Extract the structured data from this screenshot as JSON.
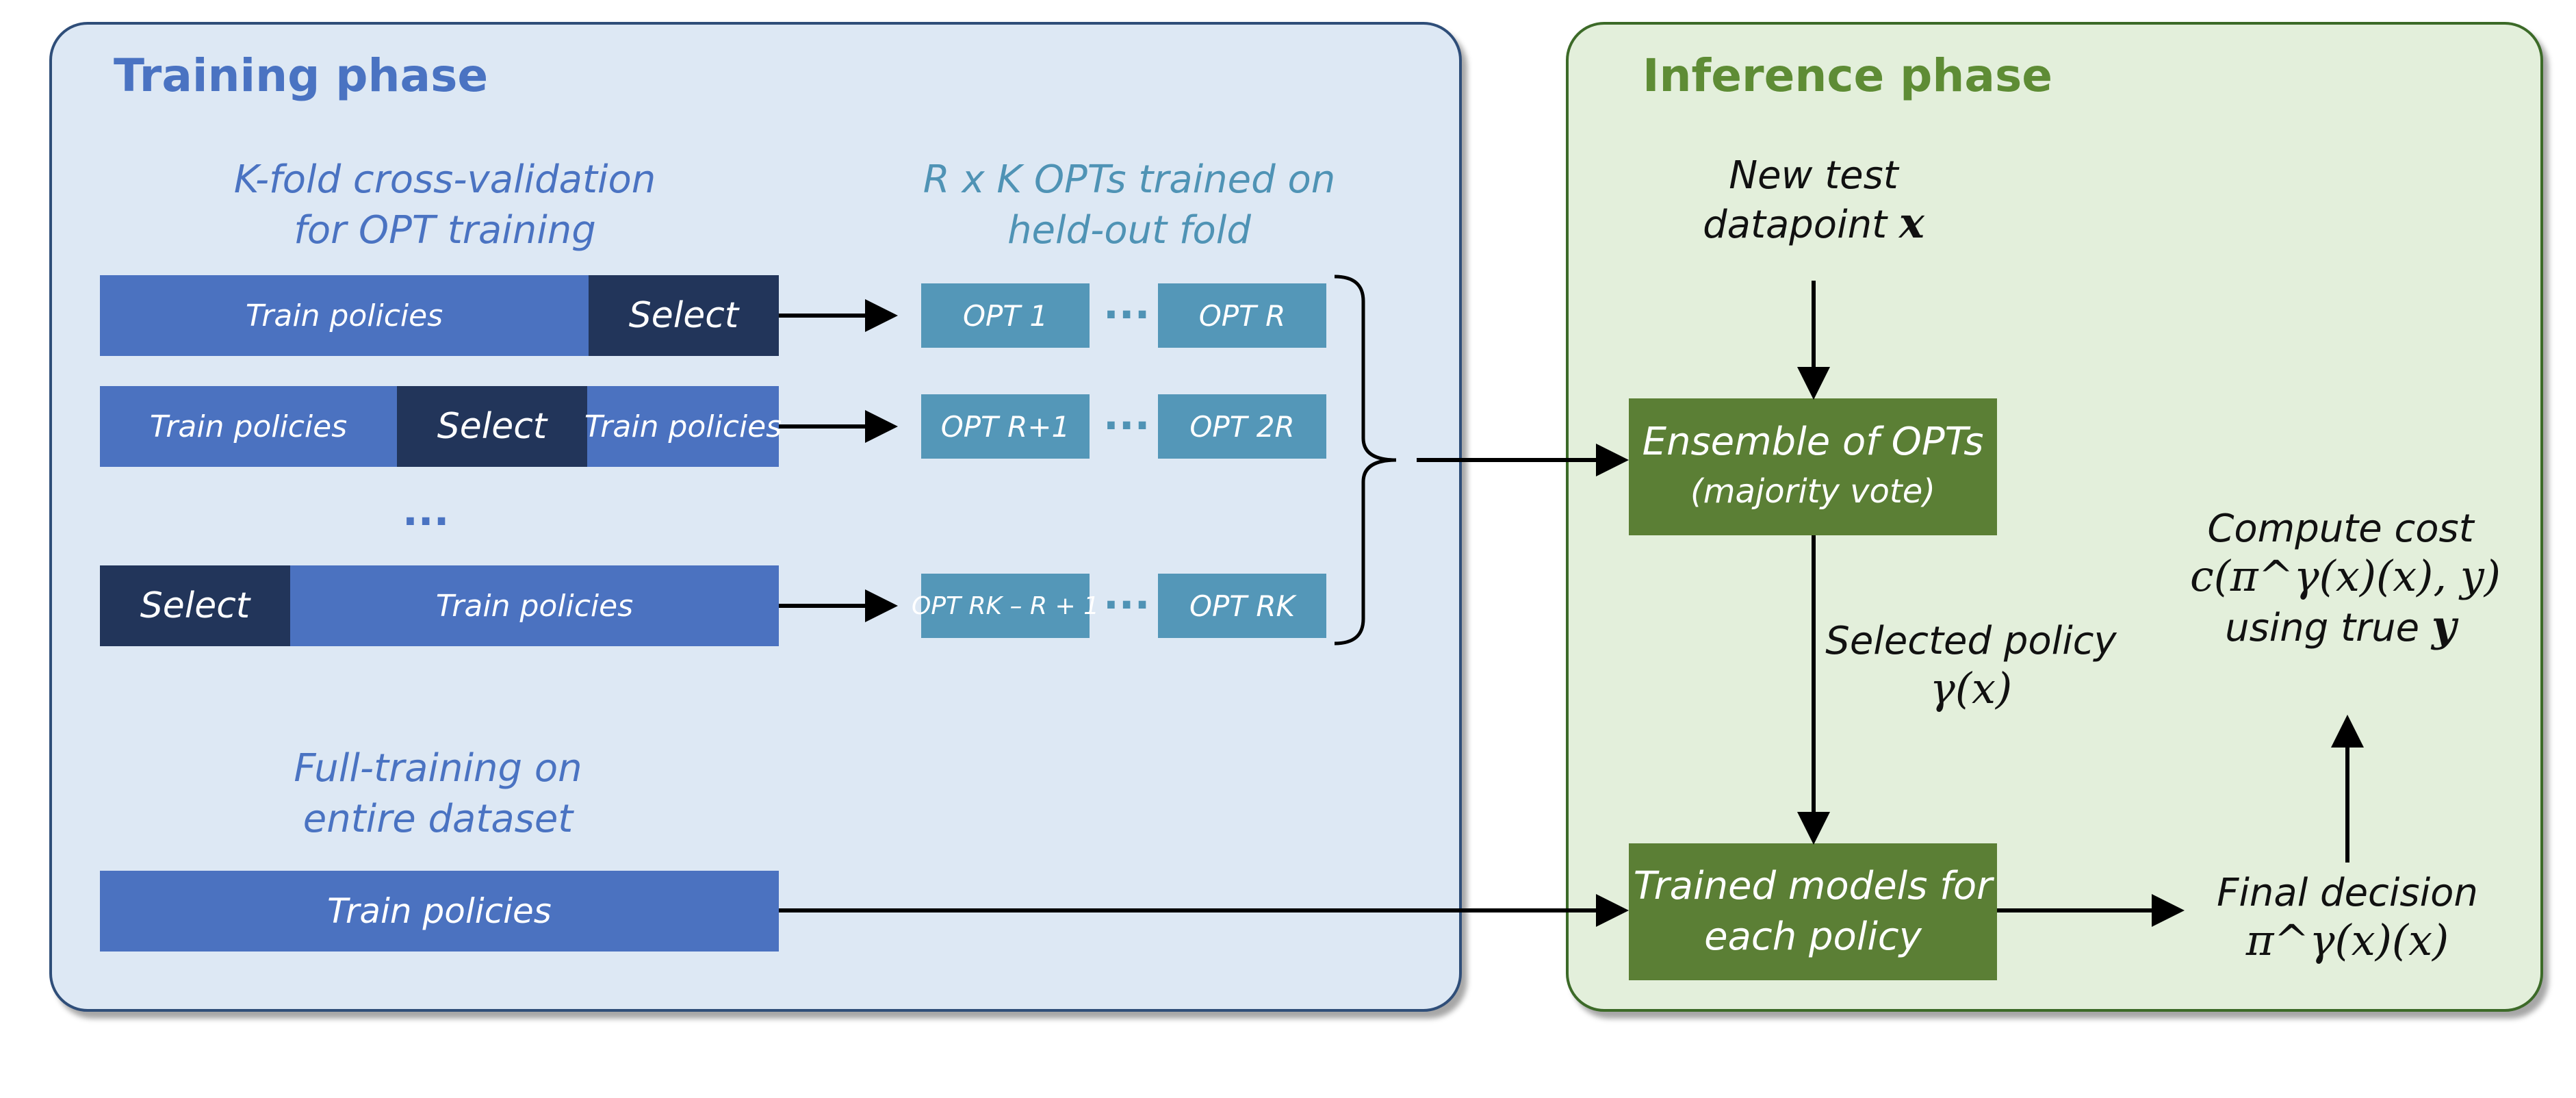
{
  "training": {
    "title": "Training phase",
    "kfold_heading": "K-fold cross-validation\nfor OPT training",
    "opt_heading": "R x K OPTs trained on\nheld-out fold",
    "rows": [
      {
        "segments": [
          "Train policies",
          "Select"
        ],
        "opt_first": "OPT 1",
        "opt_last": "OPT R"
      },
      {
        "segments": [
          "Train policies",
          "Select",
          "Train policies"
        ],
        "opt_first": "OPT R+1",
        "opt_last": "OPT 2R"
      },
      {
        "segments": [
          "Select",
          "Train policies"
        ],
        "opt_first": "OPT RK – R + 1",
        "opt_last": "OPT RK"
      }
    ],
    "ellipsis": "...",
    "opt_dots": "...",
    "full_heading": "Full-training on\nentire dataset",
    "full_bar": "Train policies"
  },
  "inference": {
    "title": "Inference phase",
    "new_point_line1": "New test",
    "new_point_line2": "datapoint",
    "x_symbol": "x",
    "ensemble_line1": "Ensemble of OPTs",
    "ensemble_line2": "(majority vote)",
    "selected_label": "Selected policy",
    "selected_math": "γ(x)",
    "trained_models": "Trained models for each policy",
    "compute_cost": "Compute cost",
    "cost_math": "c(π^γ(x)(x), y)",
    "using_true": "using true",
    "y_symbol": "y",
    "final_decision": "Final decision",
    "final_math": "π^γ(x)(x)"
  },
  "colors": {
    "training_bg": "#dde8f4",
    "inference_bg": "#e3efdb",
    "light_blue_bar": "#4b72c0",
    "dark_blue_bar": "#22355a",
    "opt_box": "#5497b8",
    "green_box": "#5b7f35",
    "training_title": "#4a73c2",
    "inference_title": "#5e8c35"
  }
}
